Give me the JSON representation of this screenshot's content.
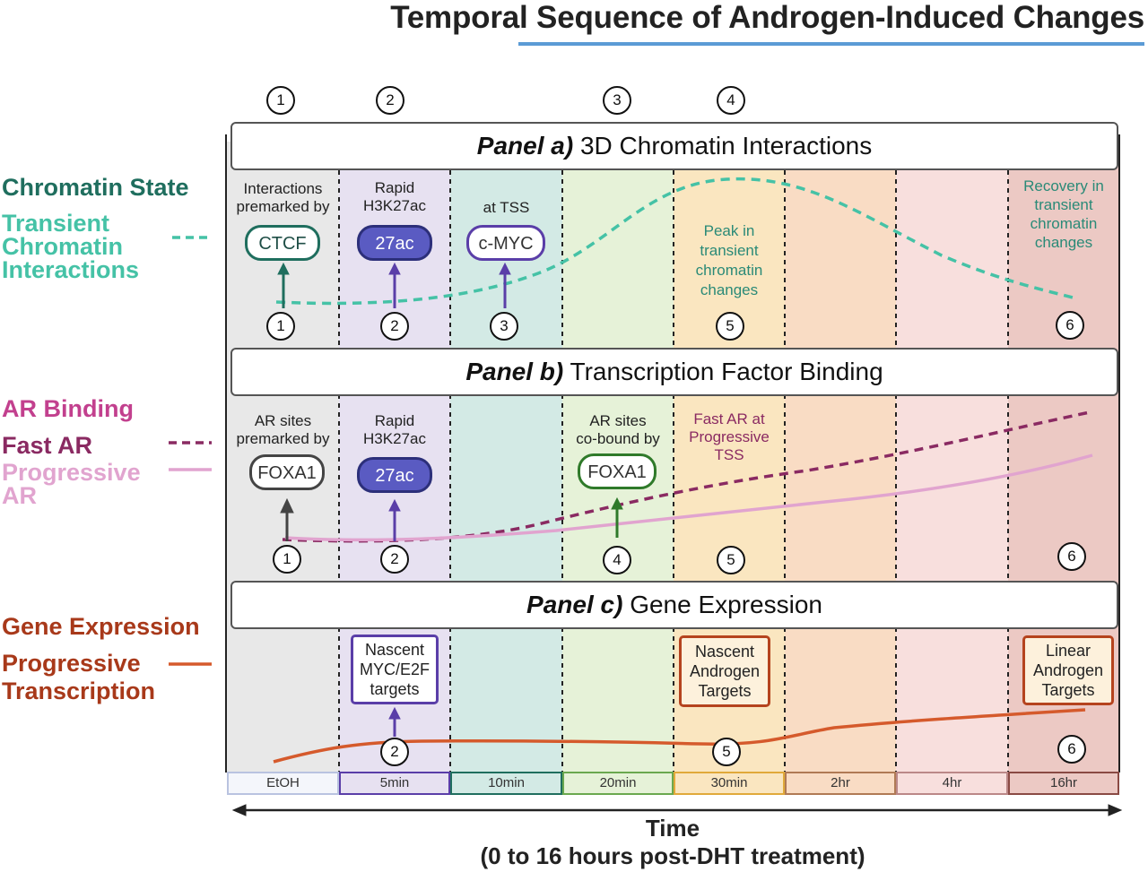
{
  "title": "Temporal Sequence of Androgen-Induced Changes",
  "colors": {
    "chromatin": "#1f6e5e",
    "transient": "#45c2a6",
    "ar_binding": "#c2408e",
    "fast_ar": "#8a2a62",
    "progressive_ar": "#e1a4cf",
    "gene_expression": "#a8391a",
    "progressive_transcription": "#d55a2c",
    "accent_rule": "#5b9bd5"
  },
  "legend": {
    "chromatin_state": "Chromatin State",
    "transient_interactions": [
      "Transient",
      "Chromatin",
      "Interactions"
    ],
    "ar_binding": "AR Binding",
    "fast_ar": "Fast AR",
    "progressive_ar": [
      "Progressive",
      "AR"
    ],
    "gene_expression": "Gene Expression",
    "progressive_transcription": [
      "Progressive",
      "Transcription"
    ]
  },
  "panels": {
    "a": {
      "letter": "Panel a)",
      "title": "3D Chromatin Interactions"
    },
    "b": {
      "letter": "Panel b)",
      "title": "Transcription Factor Binding"
    },
    "c": {
      "letter": "Panel c)",
      "title": "Gene Expression"
    }
  },
  "top_markers": [
    "1",
    "2",
    "3",
    "4"
  ],
  "panel_a": {
    "col1_text": [
      "Interactions",
      "premarked by"
    ],
    "col1_pill": "CTCF",
    "col2_text": [
      "Rapid",
      "H3K27ac"
    ],
    "col2_pill": "27ac",
    "col3_text": "at TSS",
    "col3_pill": "c-MYC",
    "peak_text": [
      "Peak in",
      "transient",
      "chromatin",
      "changes"
    ],
    "recovery_text": [
      "Recovery in",
      "transient",
      "chromatin",
      "changes"
    ],
    "markers": [
      "1",
      "2",
      "3",
      "5",
      "6"
    ],
    "curve": [
      [
        0,
        0.05
      ],
      [
        1,
        0.1
      ],
      [
        2,
        0.35
      ],
      [
        3,
        0.95
      ],
      [
        4,
        0.7
      ],
      [
        5,
        0.4
      ],
      [
        6,
        0.1
      ]
    ]
  },
  "panel_b": {
    "col1_text": [
      "AR sites",
      "premarked by"
    ],
    "col1_pill": "FOXA1",
    "col2_text": [
      "Rapid",
      "H3K27ac"
    ],
    "col2_pill": "27ac",
    "col4_text": [
      "AR sites",
      "co-bound by"
    ],
    "col4_pill": "FOXA1",
    "fast_text": [
      "Fast AR at",
      "Progressive",
      "TSS"
    ],
    "markers": [
      "1",
      "2",
      "4",
      "5",
      "6"
    ],
    "fast_ar_curve": [
      [
        0,
        0.1
      ],
      [
        2,
        0.15
      ],
      [
        3,
        0.5
      ],
      [
        4,
        0.65
      ],
      [
        6,
        1.0
      ]
    ],
    "progressive_ar_curve": [
      [
        0,
        0.1
      ],
      [
        2,
        0.2
      ],
      [
        4,
        0.45
      ],
      [
        6,
        0.75
      ]
    ]
  },
  "panel_c": {
    "col2_box": [
      "Nascent",
      "MYC/E2F",
      "targets"
    ],
    "col5_box": [
      "Nascent",
      "Androgen",
      "Targets"
    ],
    "col8_box": [
      "Linear",
      "Androgen",
      "Targets"
    ],
    "markers": [
      "2",
      "5",
      "6"
    ],
    "curve": [
      [
        0,
        0.1
      ],
      [
        1,
        0.45
      ],
      [
        3,
        0.45
      ],
      [
        4,
        0.4
      ],
      [
        5,
        0.75
      ],
      [
        6,
        0.95
      ]
    ]
  },
  "timepoints": [
    "EtOH",
    "5min",
    "10min",
    "20min",
    "30min",
    "2hr",
    "4hr",
    "16hr"
  ],
  "axis": {
    "label": "Time",
    "sublabel": "(0 to 16 hours post-DHT treatment)"
  }
}
